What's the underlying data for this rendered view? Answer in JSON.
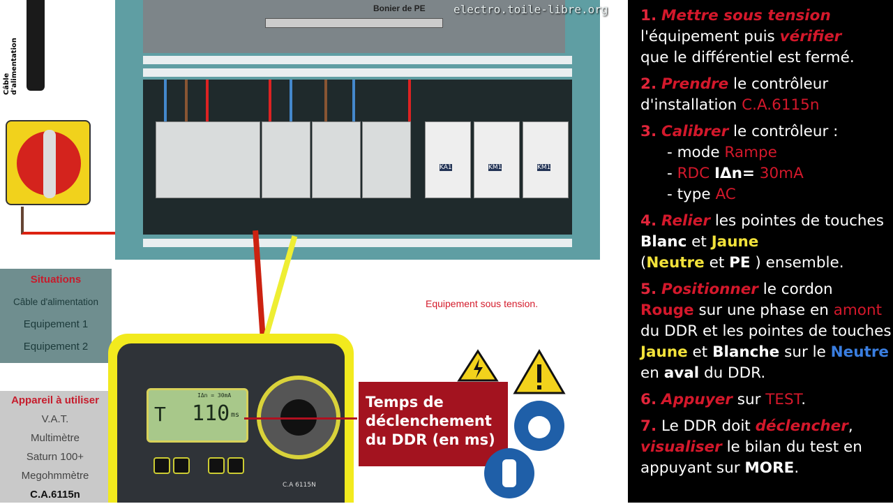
{
  "watermark": "electro.toile-libre.org",
  "panel": {
    "pe_bar_label": "Bonier de PE",
    "cable_label": "Câble d'alimentation",
    "breaker_labels": [
      "KA1",
      "KM1",
      "KM1"
    ]
  },
  "situations": {
    "title": "Situations",
    "items": [
      "Câble d'alimentation",
      "Equipement 1",
      "Equipement 2"
    ]
  },
  "appareil": {
    "title": "Appareil à utiliser",
    "items": [
      "V.A.T.",
      "Multimètre",
      "Saturn 100+",
      "Megohmmètre",
      "C.A.6115n"
    ]
  },
  "status_label": "Equipement sous tension.",
  "meter": {
    "mode": "T",
    "value": "110",
    "unit": "ms",
    "idn": "IΔn = 30mA",
    "model": "C.A 6115N"
  },
  "callout": "Temps de déclenchement du DDR (en ms)",
  "steps": {
    "s1": {
      "n": "1.",
      "a": "Mettre sous tension",
      "b": "l'équipement puis",
      "c": "vérifier",
      "d": "que le différentiel est fermé."
    },
    "s2": {
      "n": "2.",
      "a": "Prendre",
      "b": "le contrôleur",
      "c": "d'installation",
      "d": "C.A.6115n"
    },
    "s3": {
      "n": "3.",
      "a": "Calibrer",
      "b": "le contrôleur :",
      "l1a": "- mode",
      "l1b": "Rampe",
      "l2a": "-",
      "l2b": "RDC",
      "l2c": "IΔn=",
      "l2d": "30mA",
      "l3a": "- type",
      "l3b": "AC"
    },
    "s4": {
      "n": "4.",
      "a": "Relier",
      "b": "les pointes de touches",
      "c": "Blanc",
      "d": "et",
      "e": "Jaune",
      "f": "(",
      "g": "Neutre",
      "h": "et",
      "i": "PE",
      "j": ") ensemble."
    },
    "s5": {
      "n": "5.",
      "a": "Positionner",
      "b": "le cordon",
      "c": "Rouge",
      "d": "sur une phase en",
      "e": "amont",
      "f": "du DDR et les pointes de touches",
      "g": "Jaune",
      "h": "et",
      "i": "Blanche",
      "j": "sur le",
      "k": "Neutre",
      "l": "en",
      "m": "aval",
      "o": "du DDR."
    },
    "s6": {
      "n": "6.",
      "a": "Appuyer",
      "b": "sur",
      "c": "TEST",
      "d": "."
    },
    "s7": {
      "n": "7.",
      "a": "Le DDR doit",
      "b": "déclencher",
      "c": ",",
      "d": "visualiser",
      "e": "le bilan du test en appuyant sur",
      "f": "MORE",
      "g": "."
    }
  }
}
